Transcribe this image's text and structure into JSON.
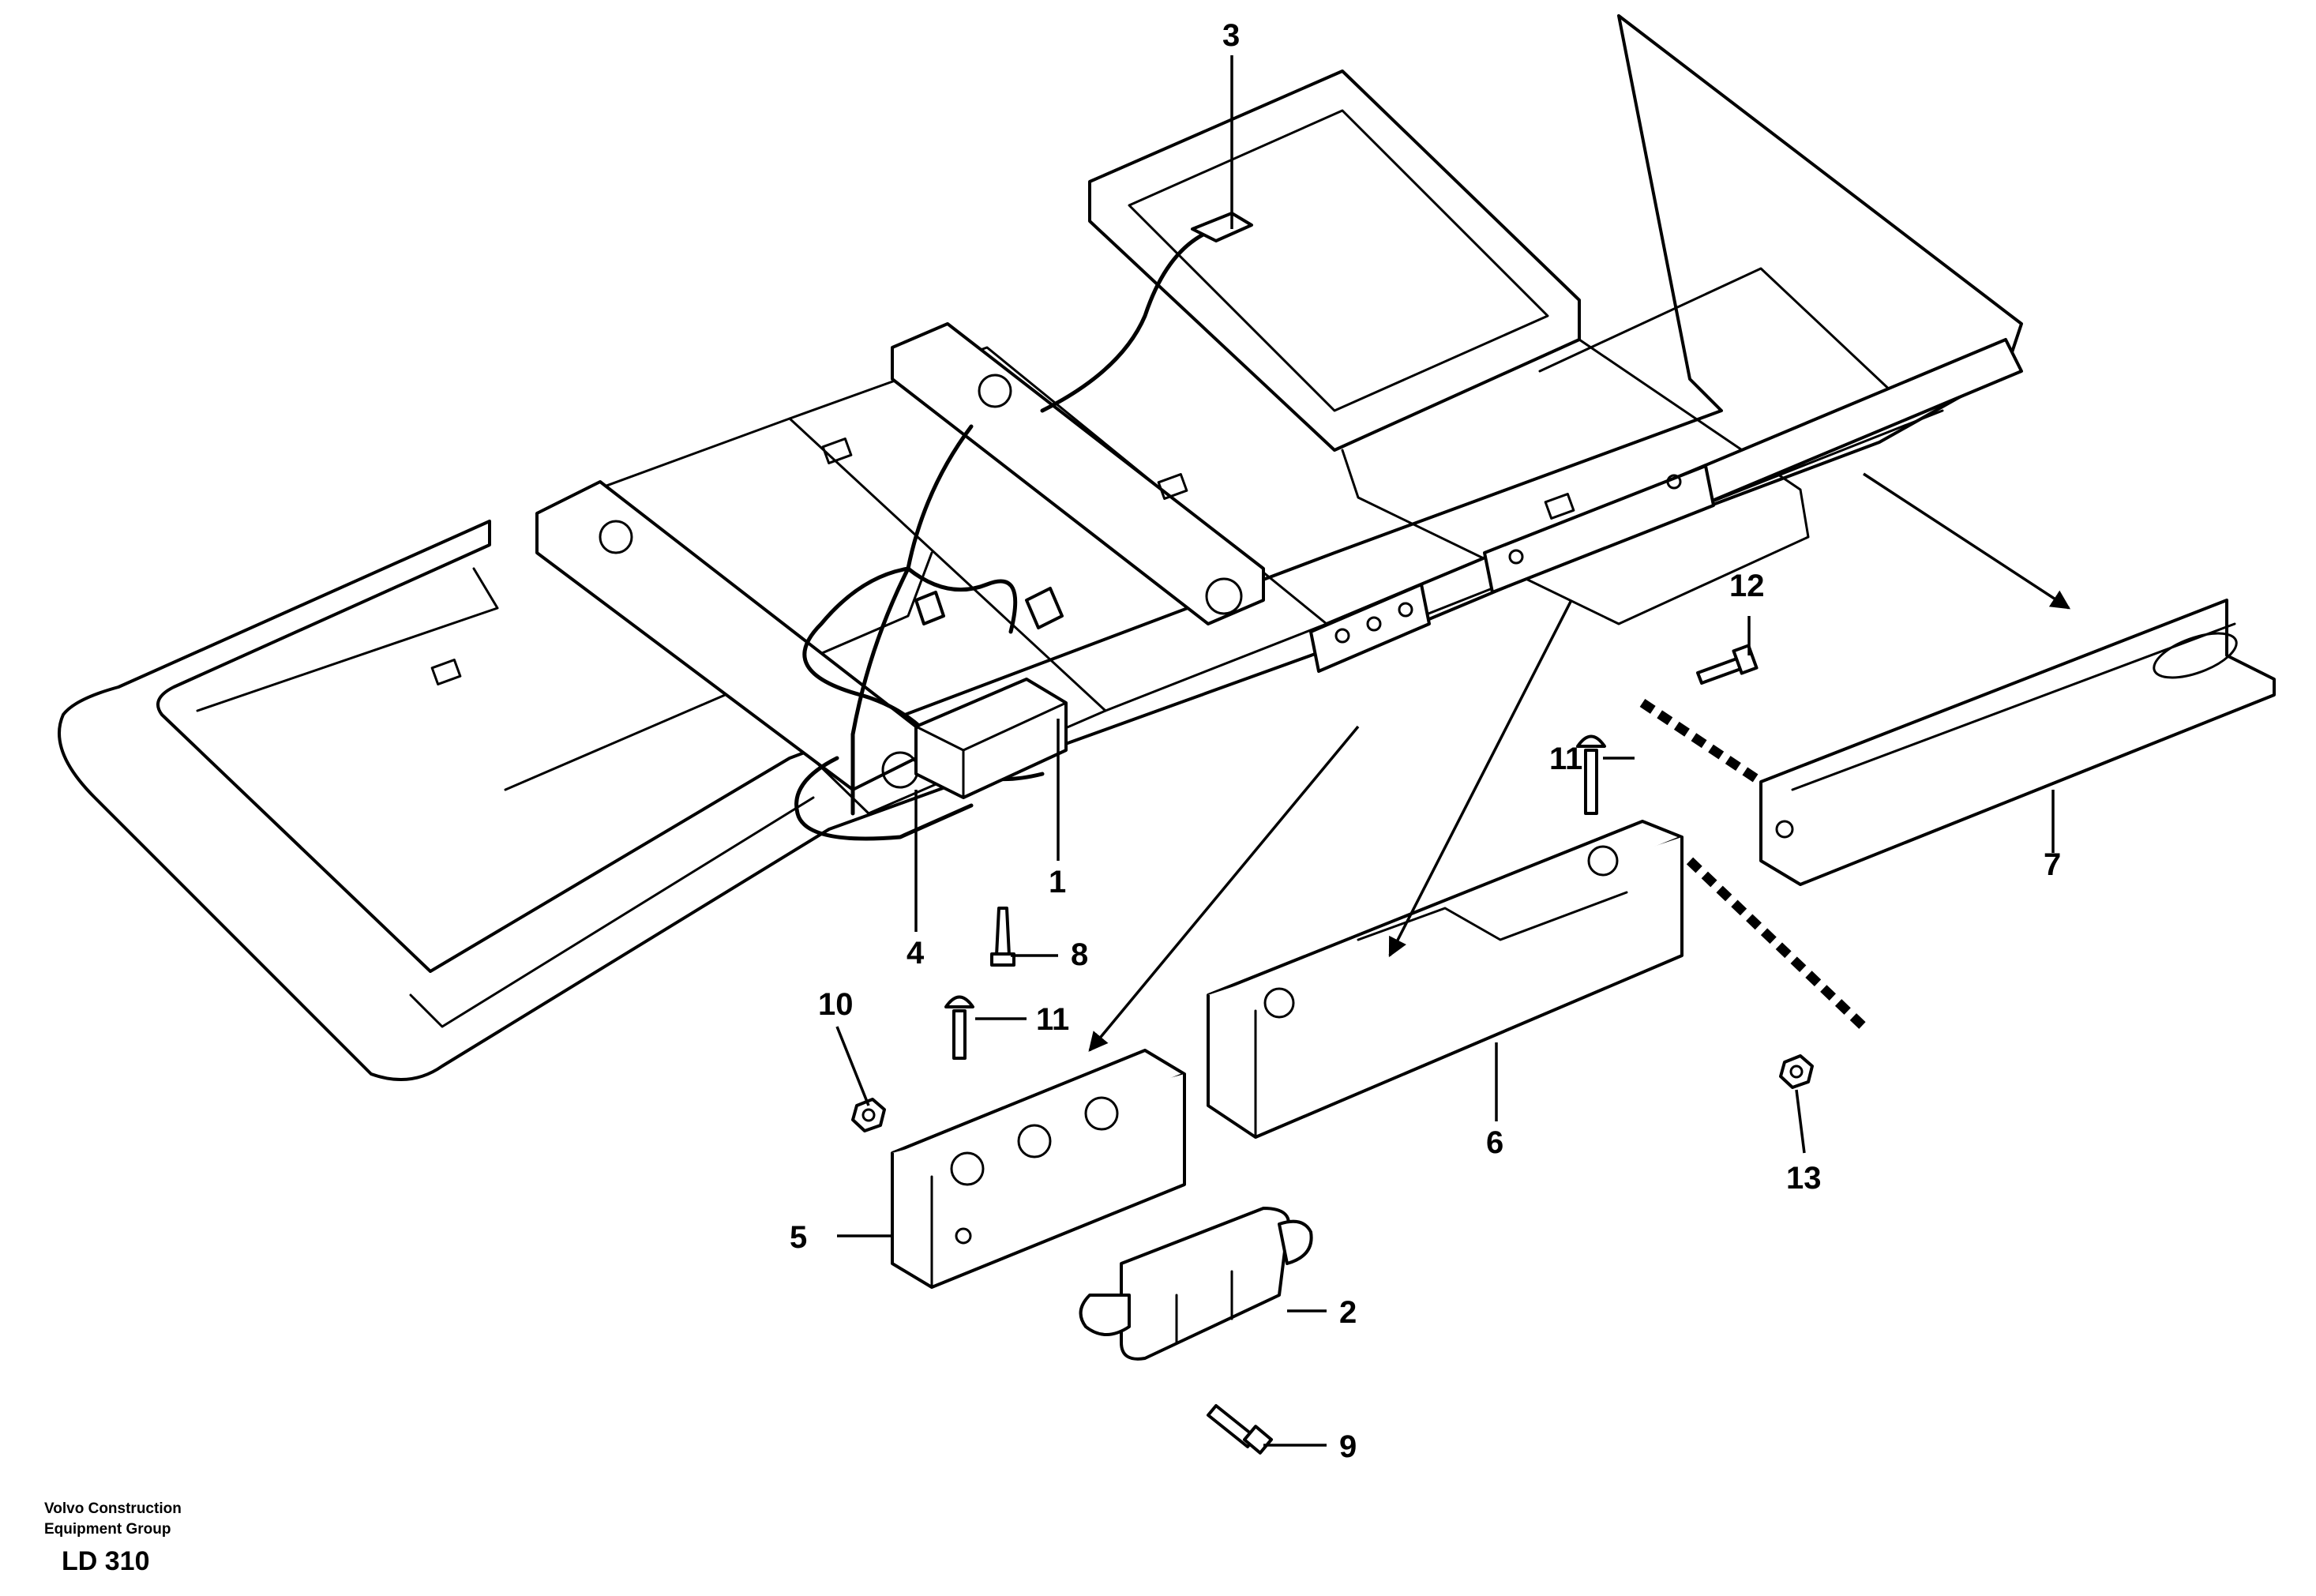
{
  "callouts": {
    "c1": "1",
    "c2": "2",
    "c3": "3",
    "c4": "4",
    "c5": "5",
    "c6": "6",
    "c7": "7",
    "c8": "8",
    "c9": "9",
    "c10": "10",
    "c11a": "11",
    "c11b": "11",
    "c12": "12",
    "c13": "13"
  },
  "footer": {
    "company_line1": "Volvo Construction",
    "company_line2": "Equipment Group",
    "drawing_code": "LD 310"
  }
}
